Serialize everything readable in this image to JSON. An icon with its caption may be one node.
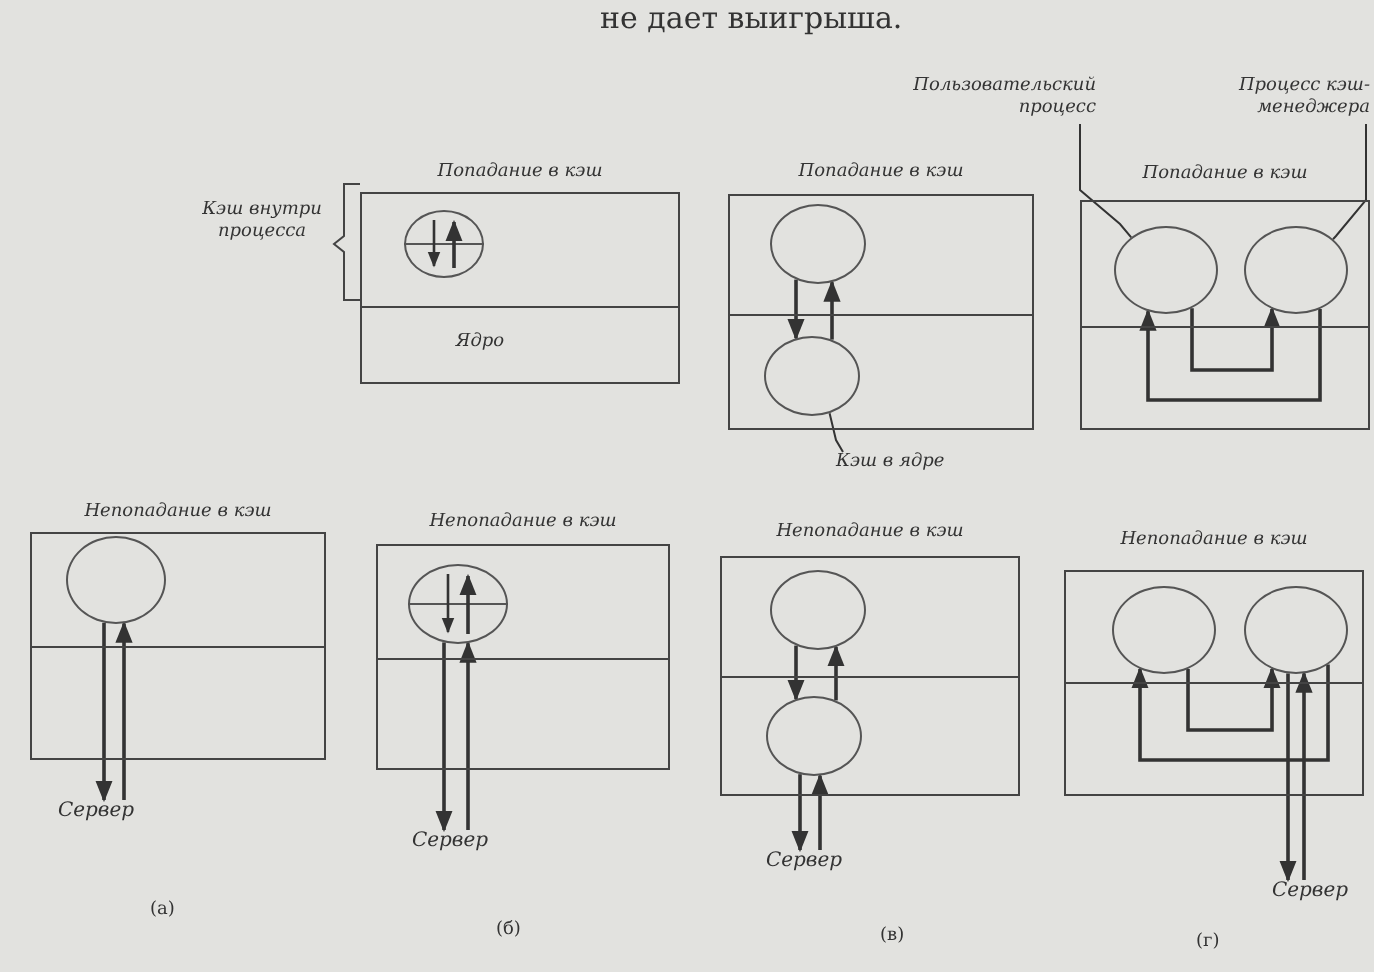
{
  "diagram": {
    "nodes": [
      {
        "text": [
          "Пользовательский процесс"
        ]
      },
      {
        "text": [
          "Процесс кэш-менеджера"
        ]
      },
      {
        "text": [
          "Попадание в кэш",
          "Ядро"
        ]
      },
      {
        "text": [],
        "shape": "circle",
        "in": 2
      },
      {
        "text": [
          "Попадание в кэш"
        ]
      },
      {
        "text": [],
        "shape": "circle",
        "in": 4
      },
      {
        "text": [],
        "shape": "circle",
        "in": 4
      },
      {
        "text": [
          "Попадание в кэш"
        ]
      },
      {
        "text": [],
        "shape": "circle",
        "in": 7
      },
      {
        "text": [],
        "shape": "circle",
        "in": 7
      },
      {
        "text": [
          "Кэш в ядре"
        ]
      },
      {
        "text": [
          "Непопадание в кэш"
        ]
      },
      {
        "text": [],
        "shape": "circle",
        "in": 11
      },
      {
        "text": [
          "Сервер"
        ]
      },
      {
        "text": [
          "Непопадание в кэш"
        ]
      },
      {
        "text": [],
        "shape": "circle",
        "in": 14
      },
      {
        "text": [
          "Сервер"
        ]
      },
      {
        "text": [
          "Непопадание в кэш"
        ]
      },
      {
        "text": [],
        "shape": "circle",
        "in": 17
      },
      {
        "text": [],
        "shape": "circle",
        "in": 17
      },
      {
        "text": [
          "Сервер"
        ]
      },
      {
        "text": [
          "Непопадание в кэш"
        ]
      },
      {
        "text": [],
        "shape": "circle",
        "in": 21
      },
      {
        "text": [],
        "shape": "circle",
        "in": 21
      },
      {
        "text": [
          "Сервер"
        ]
      }
    ],
    "edges": [
      {
        "from": 5,
        "to": 6,
        "arrow": "to"
      },
      {
        "from": 6,
        "to": 5,
        "arrow": "to"
      },
      {
        "from": 8,
        "to": 9,
        "arrow": "to"
      },
      {
        "from": 9,
        "to": 8,
        "arrow": "to"
      },
      {
        "from": 0,
        "to": 8,
        "arrow": "none"
      },
      {
        "from": 1,
        "to": 9,
        "arrow": "none"
      },
      {
        "from": 10,
        "to": 6,
        "arrow": "none"
      },
      {
        "from": 12,
        "to": 13,
        "arrow": "to"
      },
      {
        "from": 13,
        "to": 12,
        "arrow": "to"
      },
      {
        "from": 15,
        "to": 16,
        "arrow": "to"
      },
      {
        "from": 16,
        "to": 15,
        "arrow": "to"
      },
      {
        "from": 18,
        "to": 19,
        "arrow": "to"
      },
      {
        "from": 19,
        "to": 20,
        "arrow": "to"
      },
      {
        "from": 20,
        "to": 19,
        "arrow": "to"
      },
      {
        "from": 19,
        "to": 18,
        "arrow": "to"
      },
      {
        "from": 22,
        "to": 23,
        "arrow": "to"
      },
      {
        "from": 23,
        "to": 24,
        "arrow": "to"
      },
      {
        "from": 24,
        "to": 23,
        "arrow": "to"
      },
      {
        "from": 23,
        "to": 22,
        "arrow": "to"
      }
    ],
    "labels": [
      "не дает выигрыша.",
      "Кэш внутри процесса",
      "(а)",
      "(б)",
      "(в)",
      "(г)"
    ]
  }
}
